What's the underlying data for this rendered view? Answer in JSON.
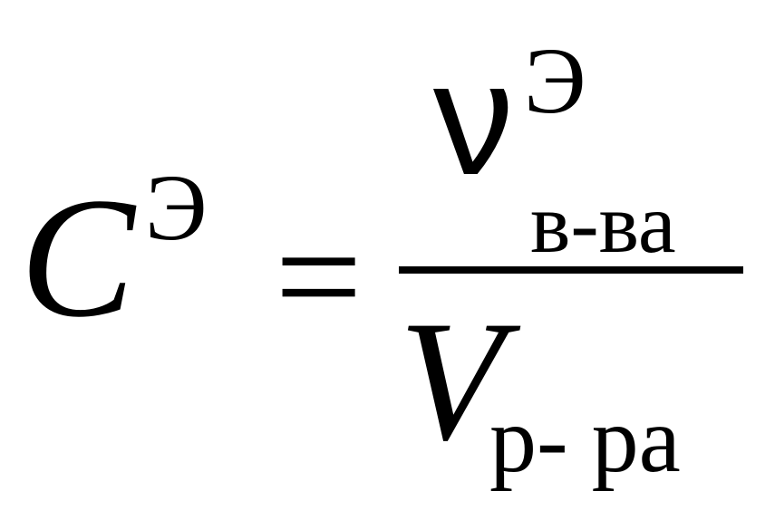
{
  "formula": {
    "lhs_symbol": "C",
    "lhs_superscript": "Э",
    "equals": "=",
    "numerator_symbol": "ν",
    "numerator_superscript": "Э",
    "numerator_subscript": "в-ва",
    "denominator_symbol": "V",
    "denominator_subscript": "р- ра"
  }
}
